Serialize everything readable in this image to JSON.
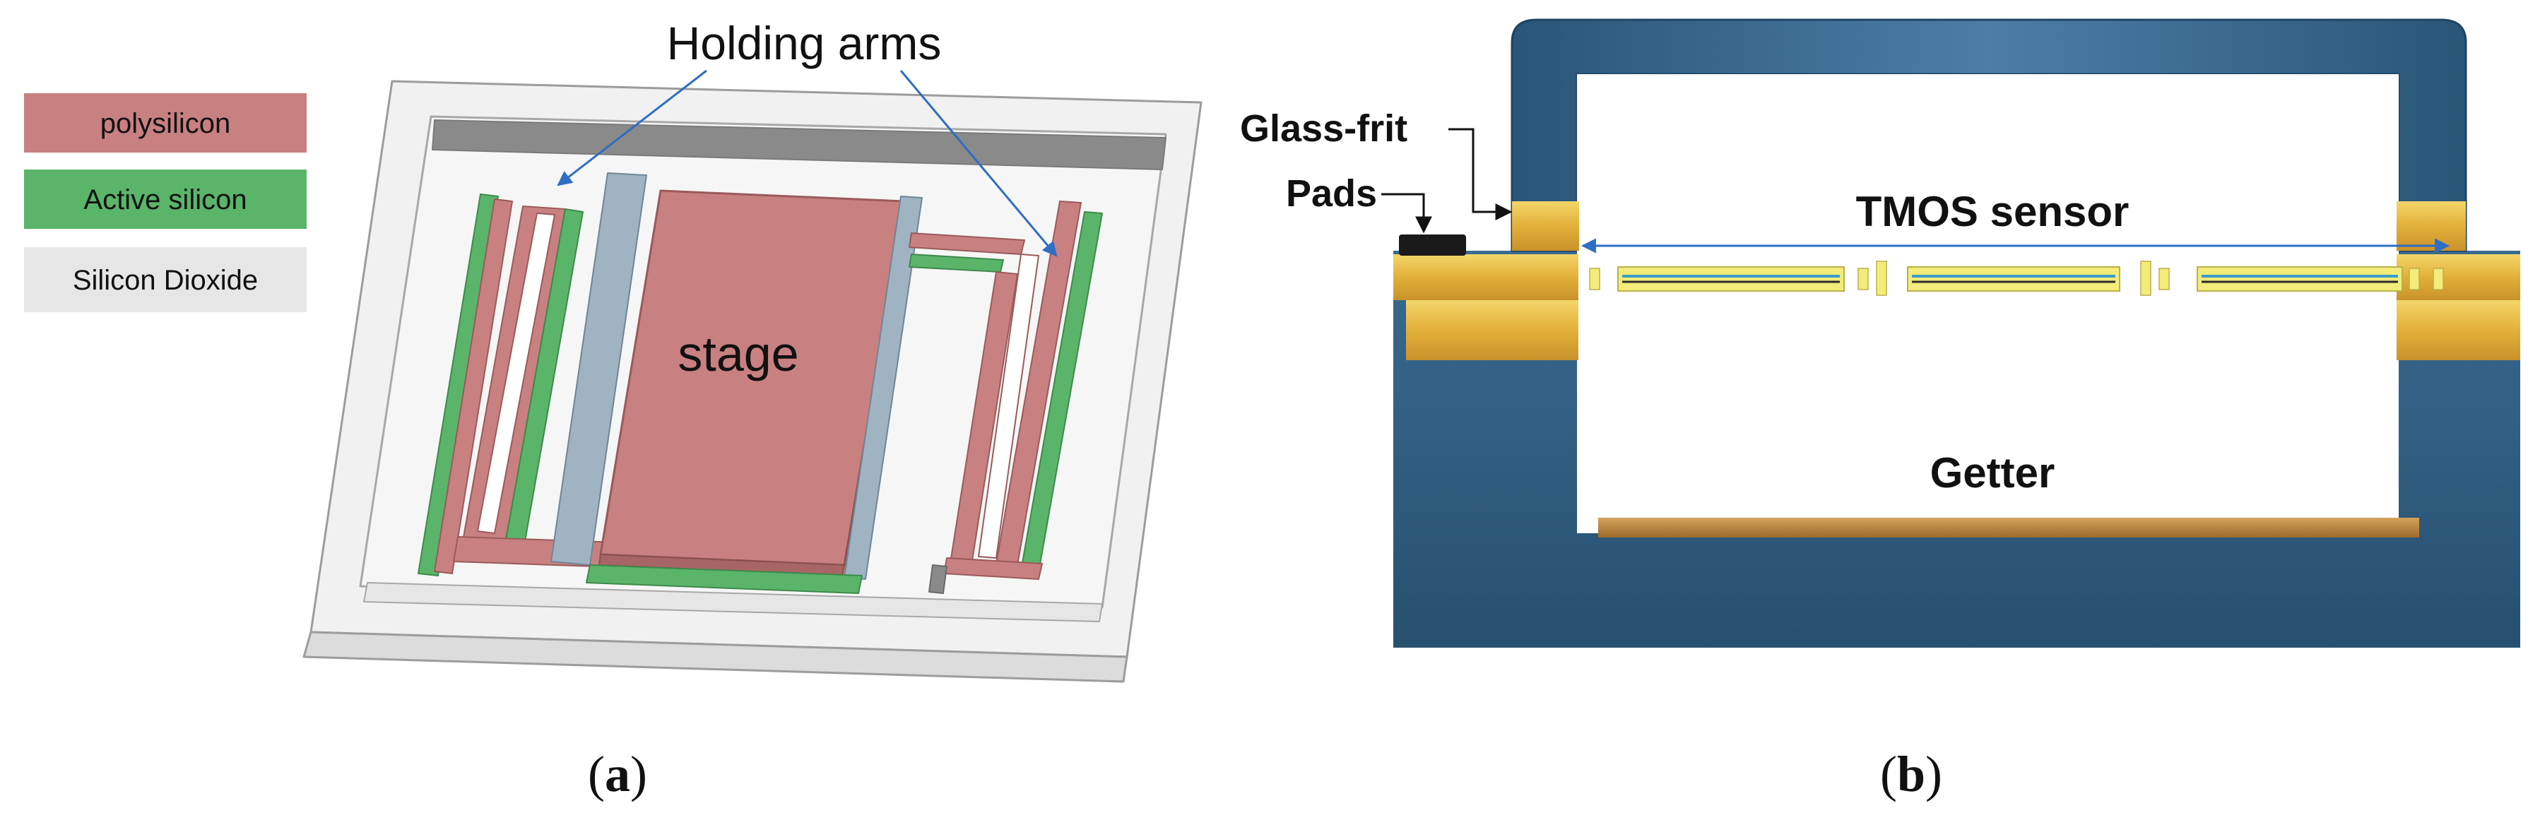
{
  "panel_a": {
    "legend": [
      {
        "label": "polysilicon",
        "color": "#c98080"
      },
      {
        "label": "Active silicon",
        "color": "#5ab56a"
      },
      {
        "label": "Silicon Dioxide",
        "color": "#e6e6e6"
      }
    ],
    "title_label": "Holding arms",
    "stage_label": "stage",
    "caption_letter": "a"
  },
  "panel_b": {
    "labels": {
      "glass_frit": "Glass-frit",
      "pads": "Pads",
      "tmos": "TMOS sensor",
      "getter": "Getter"
    },
    "caption_letter": "b",
    "colors": {
      "package_blue": "#2f5b80",
      "glass_frit_yellow": "#e8b83a",
      "getter_bronze": "#b7843a",
      "arrow_blue": "#2e6ec4"
    }
  }
}
